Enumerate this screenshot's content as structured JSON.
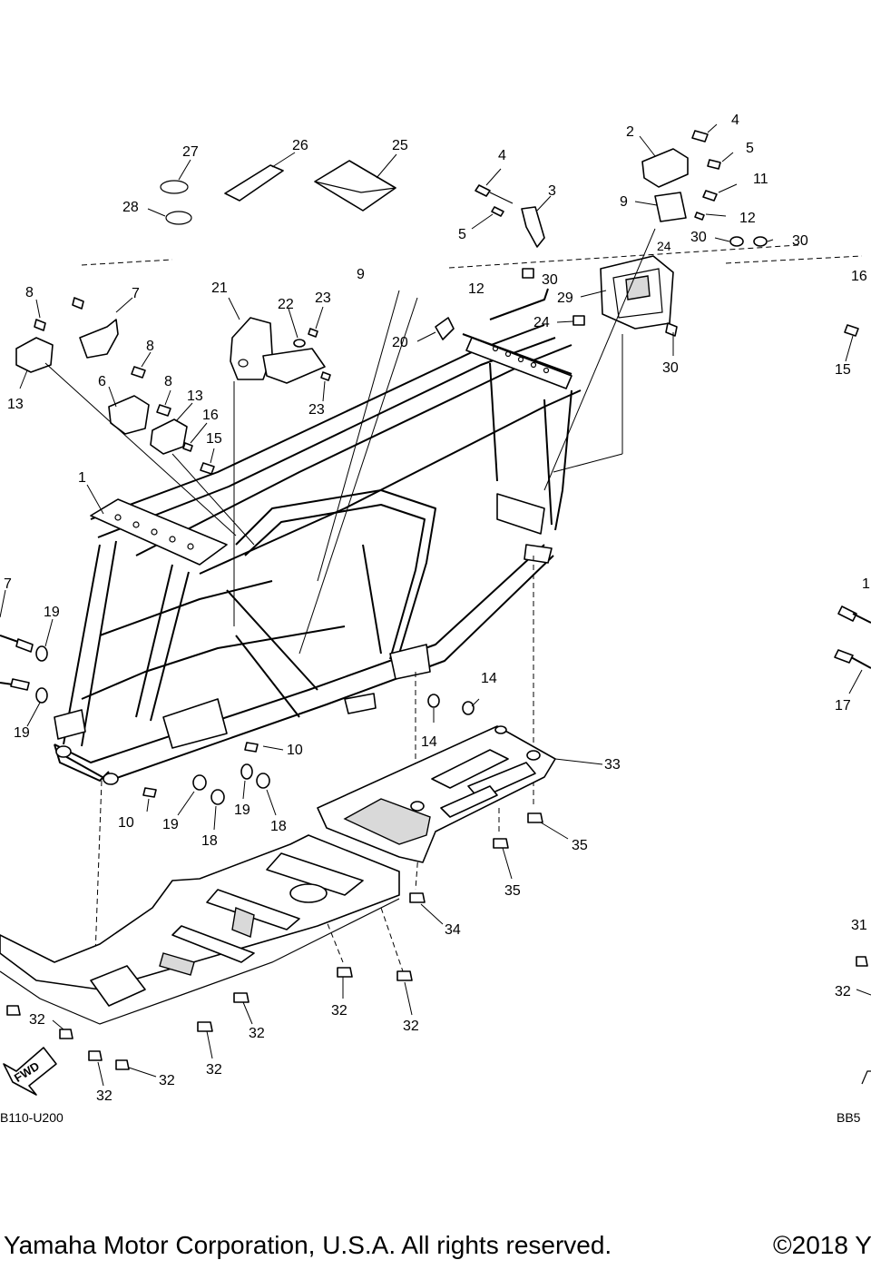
{
  "diagram": {
    "callouts": [
      "1",
      "2",
      "3",
      "4",
      "5",
      "6",
      "7",
      "8",
      "9",
      "10",
      "11",
      "12",
      "13",
      "14",
      "15",
      "16",
      "17",
      "18",
      "19",
      "20",
      "21",
      "22",
      "23",
      "24",
      "25",
      "26",
      "27",
      "28",
      "29",
      "30",
      "31",
      "32",
      "33",
      "34",
      "35"
    ],
    "codes": {
      "left": "B110-U200",
      "right": "BB5"
    },
    "fwd_label": "FWD"
  },
  "footer": {
    "copyright": "Yamaha Motor Corporation, U.S.A. All rights reserved.",
    "year": "©2018 Y"
  }
}
